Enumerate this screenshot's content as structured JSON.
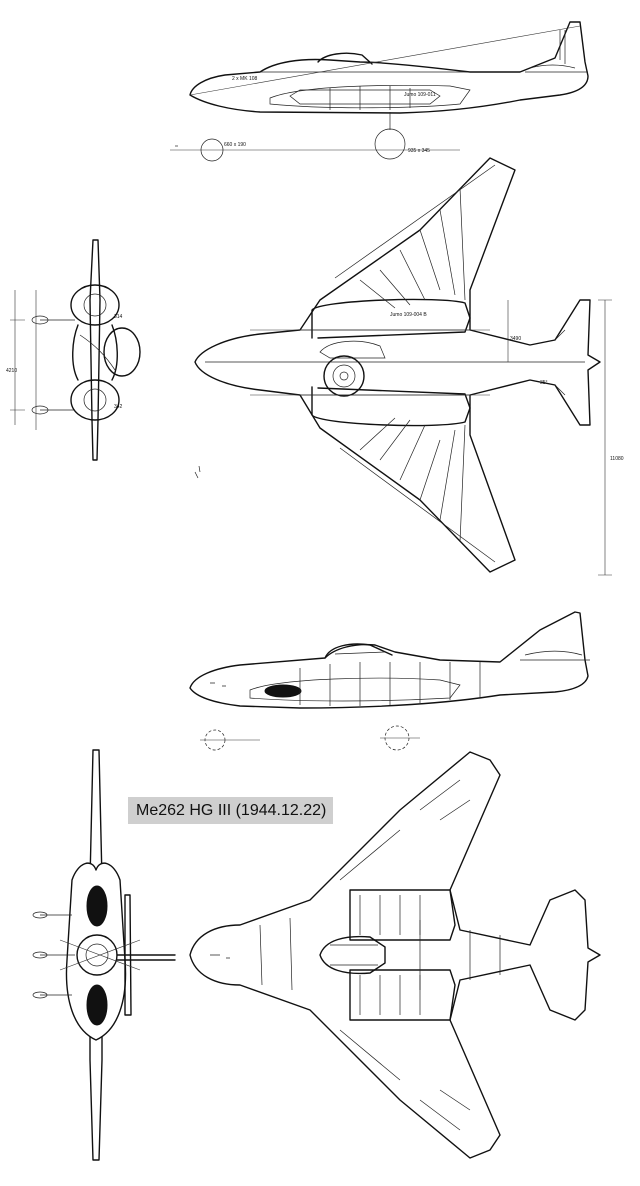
{
  "title_label": "Me262  HG III  (1944.12.22)",
  "annotations": {
    "gun_label": "2 x MK 108",
    "engine_side_label": "Jumo 109-011",
    "wheel_main_label": "935 x 345",
    "wheel_nose_label": "660 x 190",
    "engine_top_label": "Jumo 109-004 B",
    "span_dim_label": "11080",
    "tail_dim_label": "3490",
    "tail_angle_label": "35°",
    "gear_dim_label": "4210",
    "dim_small_a": "314",
    "dim_small_b": "342"
  },
  "colors": {
    "ink": "#111111",
    "label_background": "#cfcfcf"
  }
}
